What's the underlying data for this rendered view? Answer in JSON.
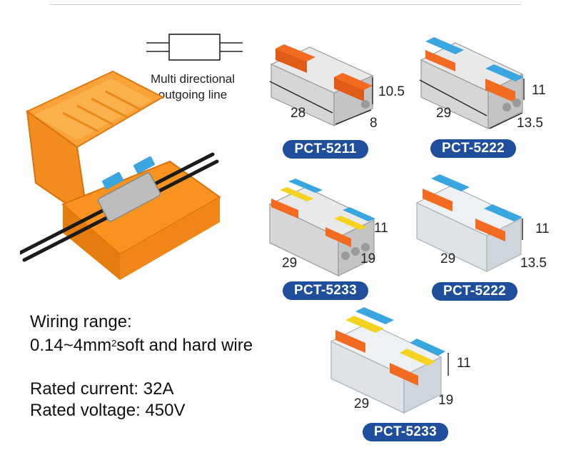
{
  "diagram_label_line1": "Multi directional",
  "diagram_label_line2": "outgoing line",
  "products": [
    {
      "model": "PCT-5211",
      "length": "28",
      "height": "10.5",
      "width": "8"
    },
    {
      "model": "PCT-5222",
      "length": "29",
      "height": "11",
      "width": "13.5"
    },
    {
      "model": "PCT-5233",
      "length": "29",
      "height": "11",
      "width": "19"
    },
    {
      "model": "PCT-5222",
      "length": "29",
      "height": "11",
      "width": "13.5"
    },
    {
      "model": "PCT-5233",
      "length": "29",
      "height": "11",
      "width": "19"
    }
  ],
  "specs": {
    "wiring_title": "Wiring range:",
    "wiring_value_prefix": "0.14~4mm",
    "wiring_value_sup": "2",
    "wiring_value_suffix": "soft and hard wire",
    "current": "Rated current: 32A",
    "voltage": "Rated voltage: 450V"
  },
  "colors": {
    "orange": "#f36b21",
    "blue": "#3aa6e0",
    "yellow": "#f4d21f",
    "badge": "#1f4e9c",
    "housing_grey": "#d8d8d8",
    "enclosure_orange": "#f7931e"
  },
  "icons": [
    "schematic-connector-icon",
    "dimension-arrow-icon"
  ]
}
